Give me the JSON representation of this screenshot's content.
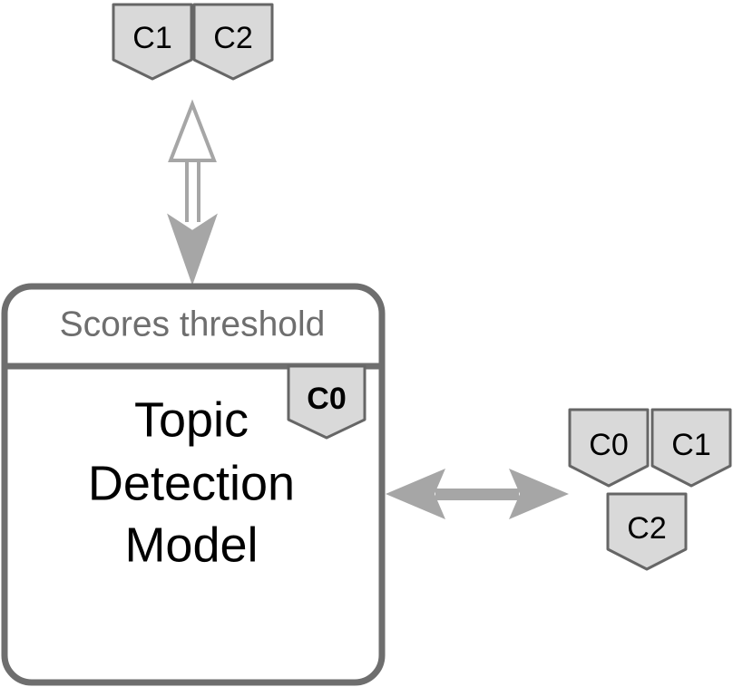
{
  "model_box": {
    "header": "Scores threshold",
    "title_lines": [
      "Topic",
      "Detection",
      "Model"
    ],
    "tag": "C0"
  },
  "top_tags": [
    "C1",
    "C2"
  ],
  "right_tags": [
    "C0",
    "C1",
    "C2"
  ],
  "colors": {
    "tag_fill": "#d9d9d9",
    "tag_stroke": "#666666",
    "box_stroke": "#6e6e6e",
    "arrow": "#a6a6a6"
  }
}
